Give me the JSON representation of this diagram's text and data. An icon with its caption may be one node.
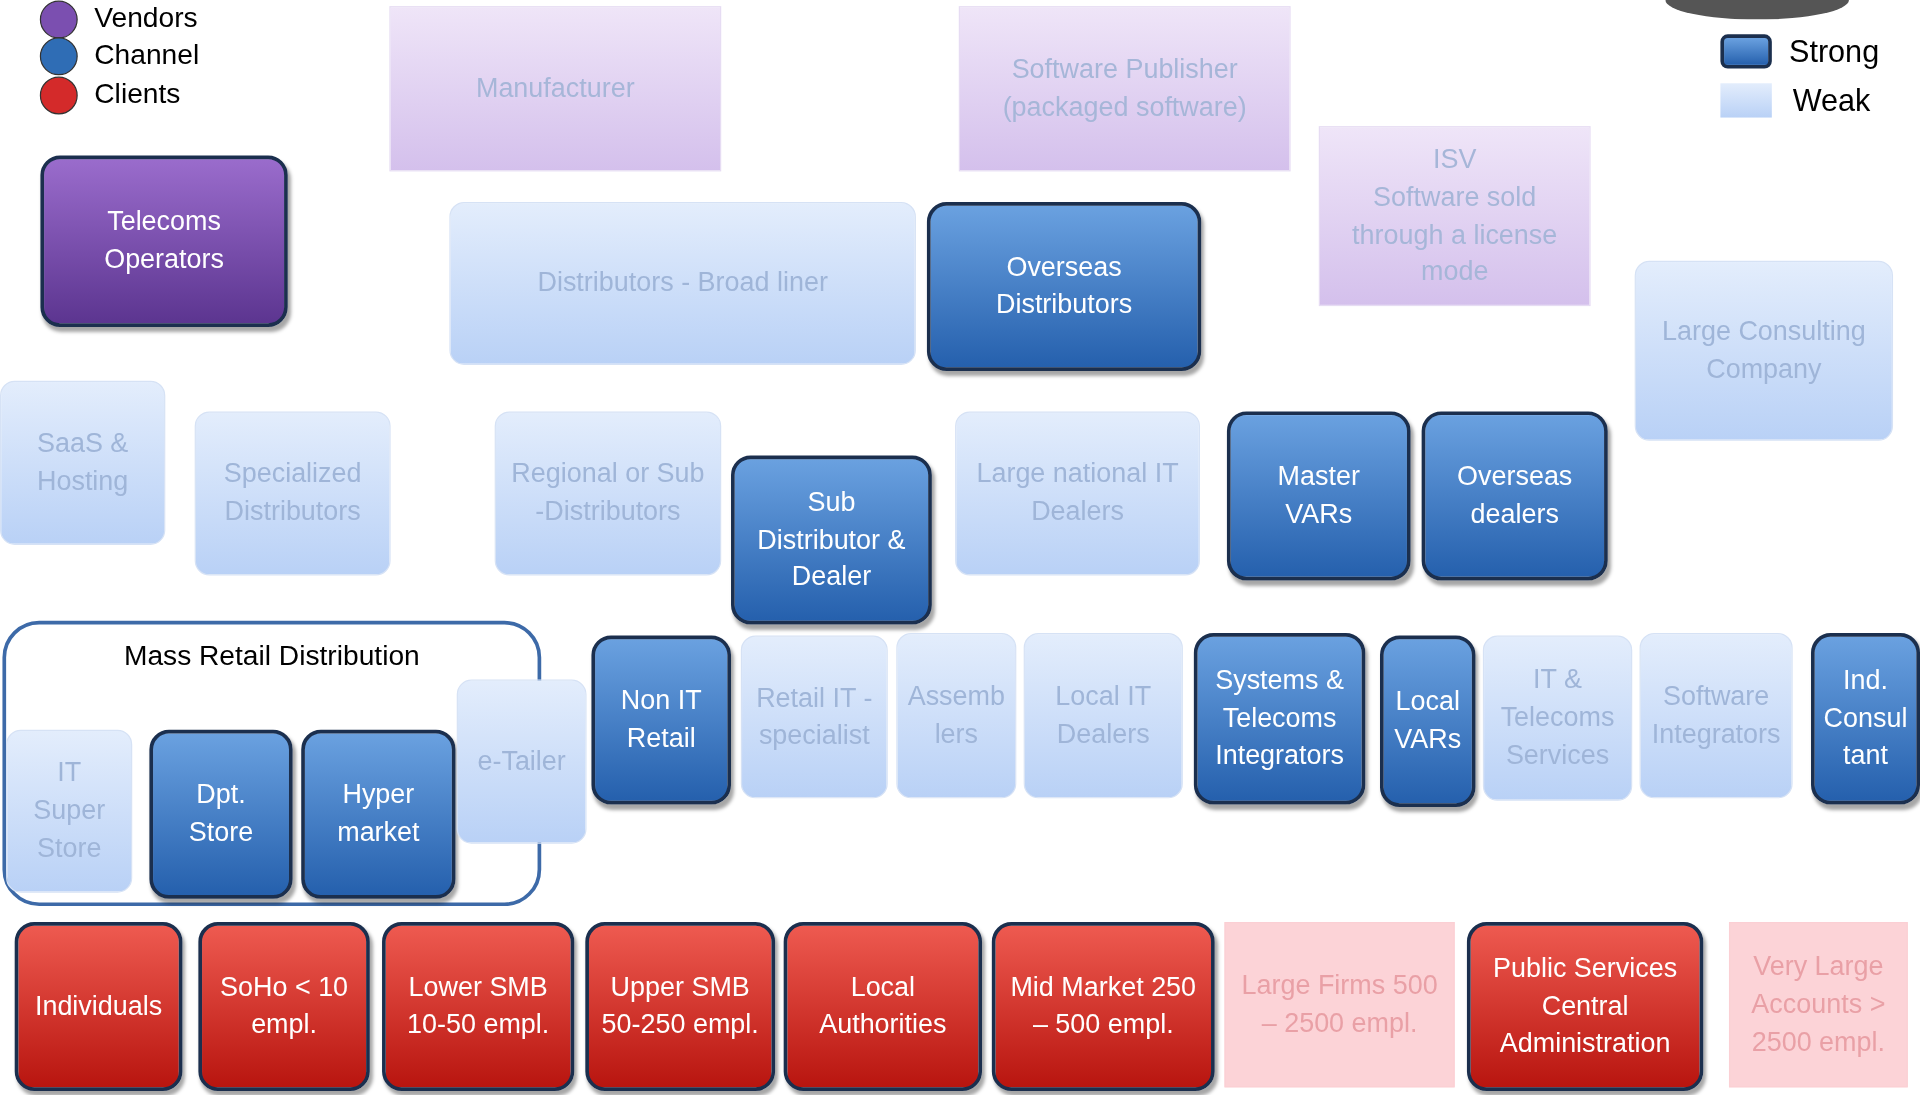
{
  "diagram": {
    "nodes": [
      {
        "text": [
          "Manufacturer"
        ]
      },
      {
        "text": [
          "Software Publisher (packaged software)"
        ]
      },
      {
        "text": [
          "Telecoms Operators"
        ]
      },
      {
        "text": [
          "Distributors - Broad liner"
        ]
      },
      {
        "text": [
          "Overseas Distributors"
        ]
      },
      {
        "text": [
          "ISV",
          "Software sold through a license mode"
        ]
      },
      {
        "text": [
          "Large Consulting Company"
        ]
      },
      {
        "text": [
          "SaaS & Hosting"
        ]
      },
      {
        "text": [
          "Specialized Distributors"
        ]
      },
      {
        "text": [
          "Regional or Sub -Distributors"
        ]
      },
      {
        "text": [
          "Sub Distributor & Dealer"
        ]
      },
      {
        "text": [
          "Large national IT Dealers"
        ]
      },
      {
        "text": [
          "Master VARs"
        ]
      },
      {
        "text": [
          "Overseas dealers"
        ]
      },
      {
        "text": [
          "Mass Retail Distribution"
        ]
      },
      {
        "text": [
          "IT Super Store"
        ],
        "in": 14
      },
      {
        "text": [
          "Dpt. Store"
        ],
        "in": 14
      },
      {
        "text": [
          "Hyper market"
        ],
        "in": 14
      },
      {
        "text": [
          "e-Tailer"
        ]
      },
      {
        "text": [
          "Non IT Retail"
        ]
      },
      {
        "text": [
          "Retail IT - specialist"
        ]
      },
      {
        "text": [
          "Assemb lers"
        ]
      },
      {
        "text": [
          "Local IT Dealers"
        ]
      },
      {
        "text": [
          "Systems & Telecoms Integrators"
        ]
      },
      {
        "text": [
          "Local VARs"
        ]
      },
      {
        "text": [
          "IT & Telecoms Services"
        ]
      },
      {
        "text": [
          "Software Integrators"
        ]
      },
      {
        "text": [
          "Ind. Consul tant"
        ]
      },
      {
        "text": [
          "Individuals"
        ]
      },
      {
        "text": [
          "SoHo < 10 empl."
        ]
      },
      {
        "text": [
          "Lower SMB 10-50 empl."
        ]
      },
      {
        "text": [
          "Upper SMB 50-250 empl."
        ]
      },
      {
        "text": [
          "Local Authorities"
        ]
      },
      {
        "text": [
          "Mid Market 250 – 500 empl."
        ]
      },
      {
        "text": [
          "Large Firms 500 – 2500 empl."
        ]
      },
      {
        "text": [
          "Public Services Central Administration"
        ]
      },
      {
        "text": [
          "Very Large Accounts > 2500 empl."
        ]
      },
      {
        "text": [],
        "shape": "circle"
      }
    ],
    "edges": [],
    "legend": [
      {
        "text": "Vendors",
        "color": "#7b4fb0"
      },
      {
        "text": "Channel",
        "color": "#2f6db5"
      },
      {
        "text": "Clients",
        "color": "#d42a2a"
      },
      {
        "text": "Strong"
      },
      {
        "text": "Weak"
      }
    ]
  }
}
